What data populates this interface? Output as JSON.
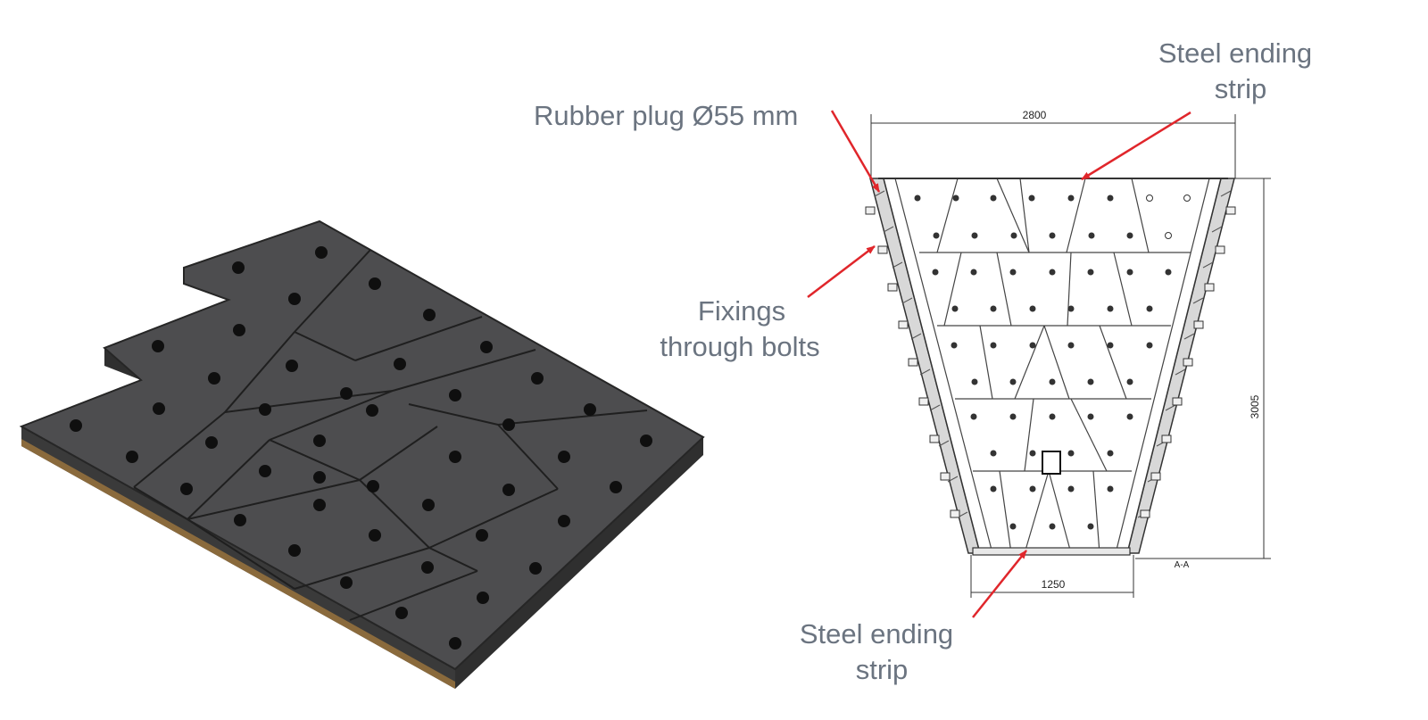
{
  "labels": {
    "rubber_plug": "Rubber plug Ø55 mm",
    "steel_top_line1": "Steel ending",
    "steel_top_line2": "strip",
    "fixings_line1": "Fixings",
    "fixings_line2": "through bolts",
    "steel_bottom_line1": "Steel ending",
    "steel_bottom_line2": "strip"
  },
  "dimensions": {
    "top_width": "2800",
    "bottom_width": "1250",
    "height": "3005",
    "section": "A-A"
  },
  "colors": {
    "tile": "#4d4d4f",
    "tile_edge": "#262626",
    "substrate": "#8a6a3c",
    "arrow": "#e0262b",
    "label": "#6b7480",
    "line": "#333333"
  }
}
